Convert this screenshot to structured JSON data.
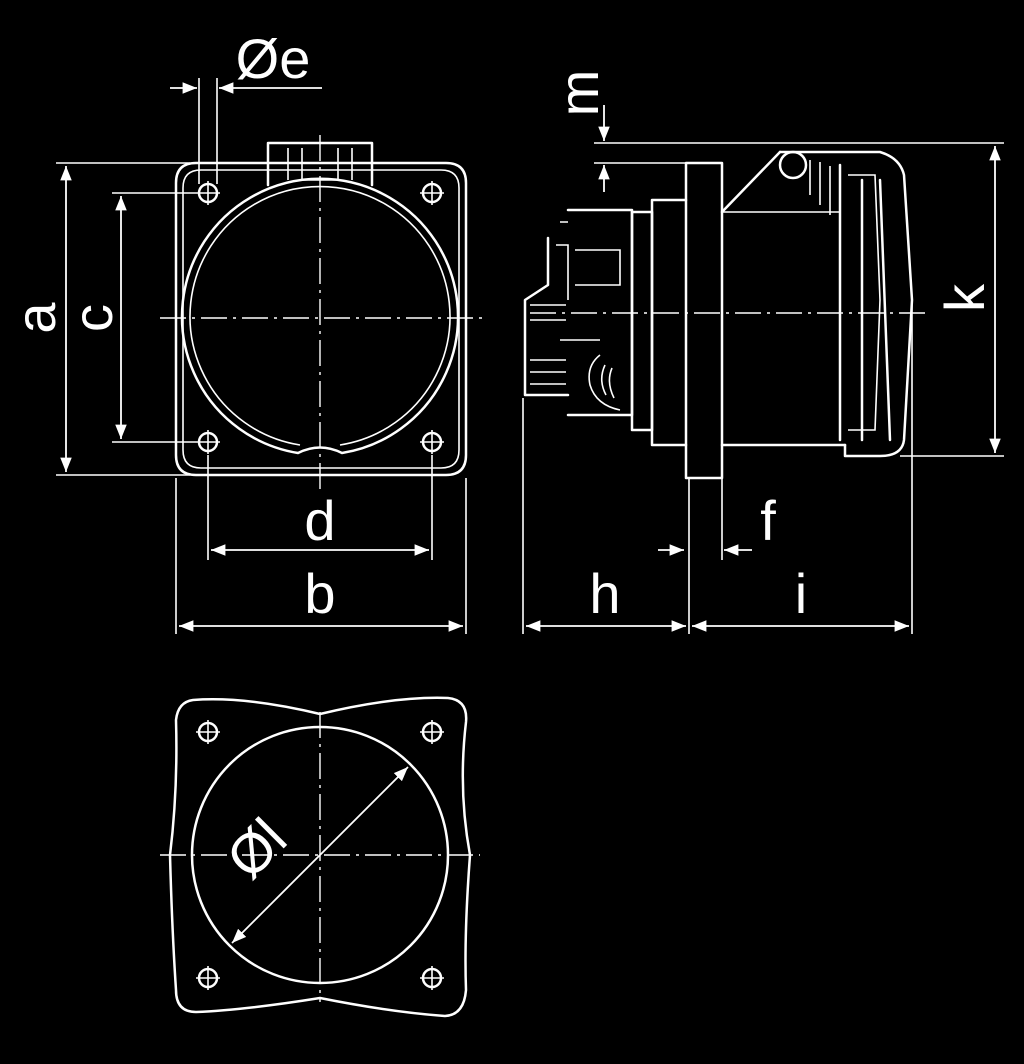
{
  "labels": {
    "a": "a",
    "b": "b",
    "c": "c",
    "d": "d",
    "e": "Øe",
    "f": "f",
    "h": "h",
    "i": "i",
    "k": "k",
    "l": "Øl",
    "m": "m"
  }
}
